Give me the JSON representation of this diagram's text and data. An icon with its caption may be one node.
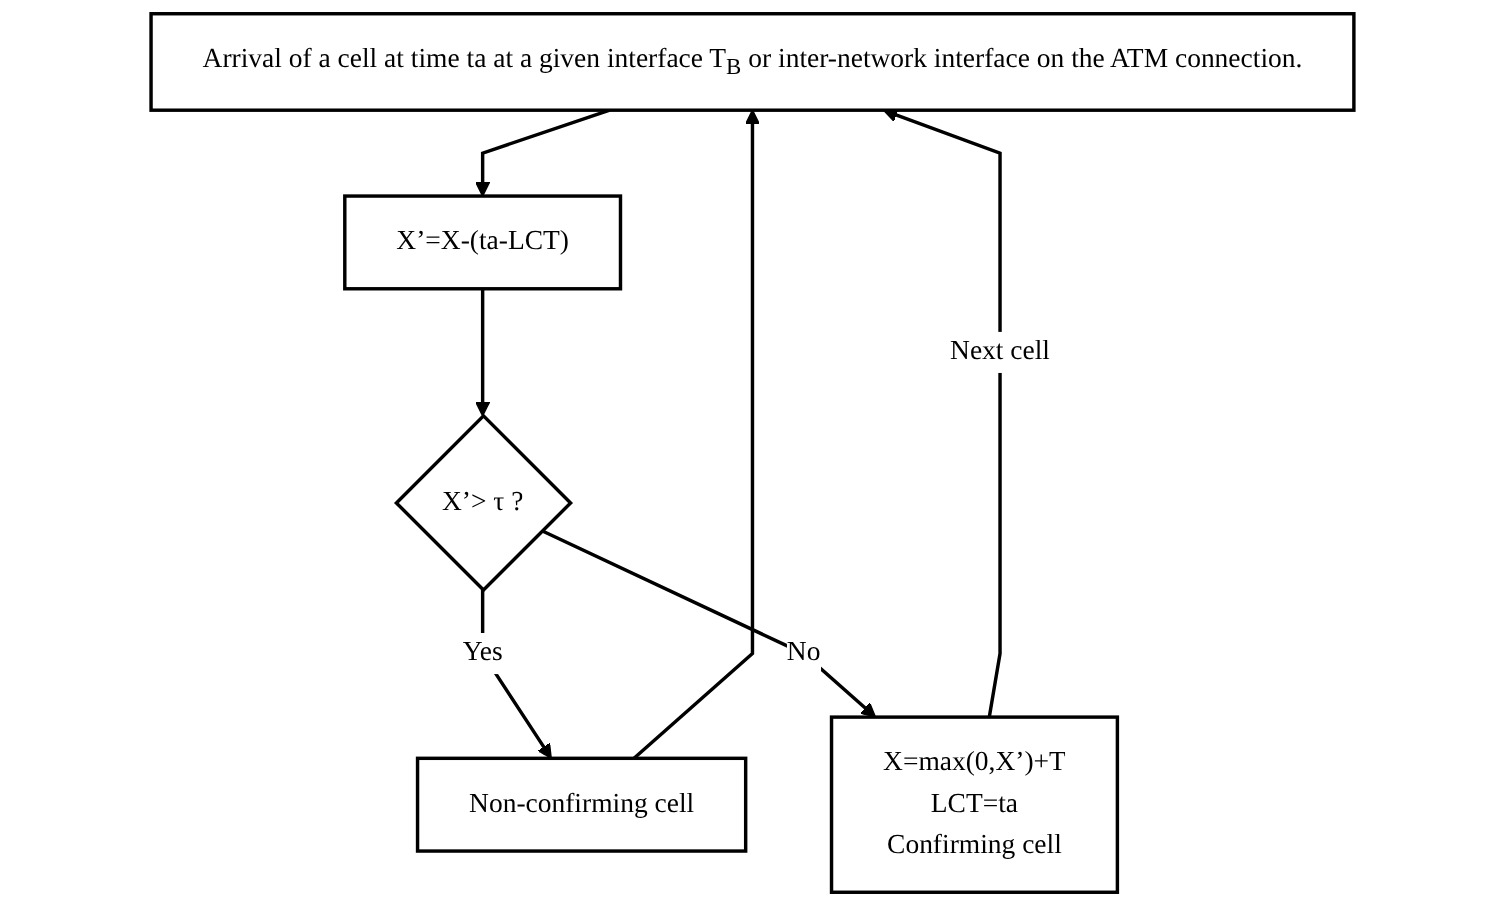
{
  "diagram": {
    "nodes": [
      {
        "text": [
          "Arrival of a cell at time ta at a given interface T$_{B}$ or inter-network interface on the ATM connection."
        ]
      },
      {
        "text": [
          "X’=X-(ta-LCT)"
        ]
      },
      {
        "text": [
          "X’> τ ?"
        ]
      },
      {
        "text": [
          "Non-confirming cell"
        ]
      },
      {
        "text": [
          "X=max(0,X’)+T",
          "LCT=ta",
          "Confirming cell"
        ]
      }
    ],
    "edges": [
      {
        "from": 0,
        "to": 1,
        "arrow": "to"
      },
      {
        "from": 1,
        "to": 2,
        "arrow": "to"
      },
      {
        "from": 2,
        "to": 3,
        "arrow": "to",
        "label": "Yes"
      },
      {
        "from": 2,
        "to": 4,
        "arrow": "to",
        "label": "No"
      },
      {
        "from": 3,
        "to": 0,
        "arrow": "to"
      },
      {
        "from": 4,
        "to": 0,
        "arrow": "to",
        "label": "Next cell"
      }
    ]
  }
}
